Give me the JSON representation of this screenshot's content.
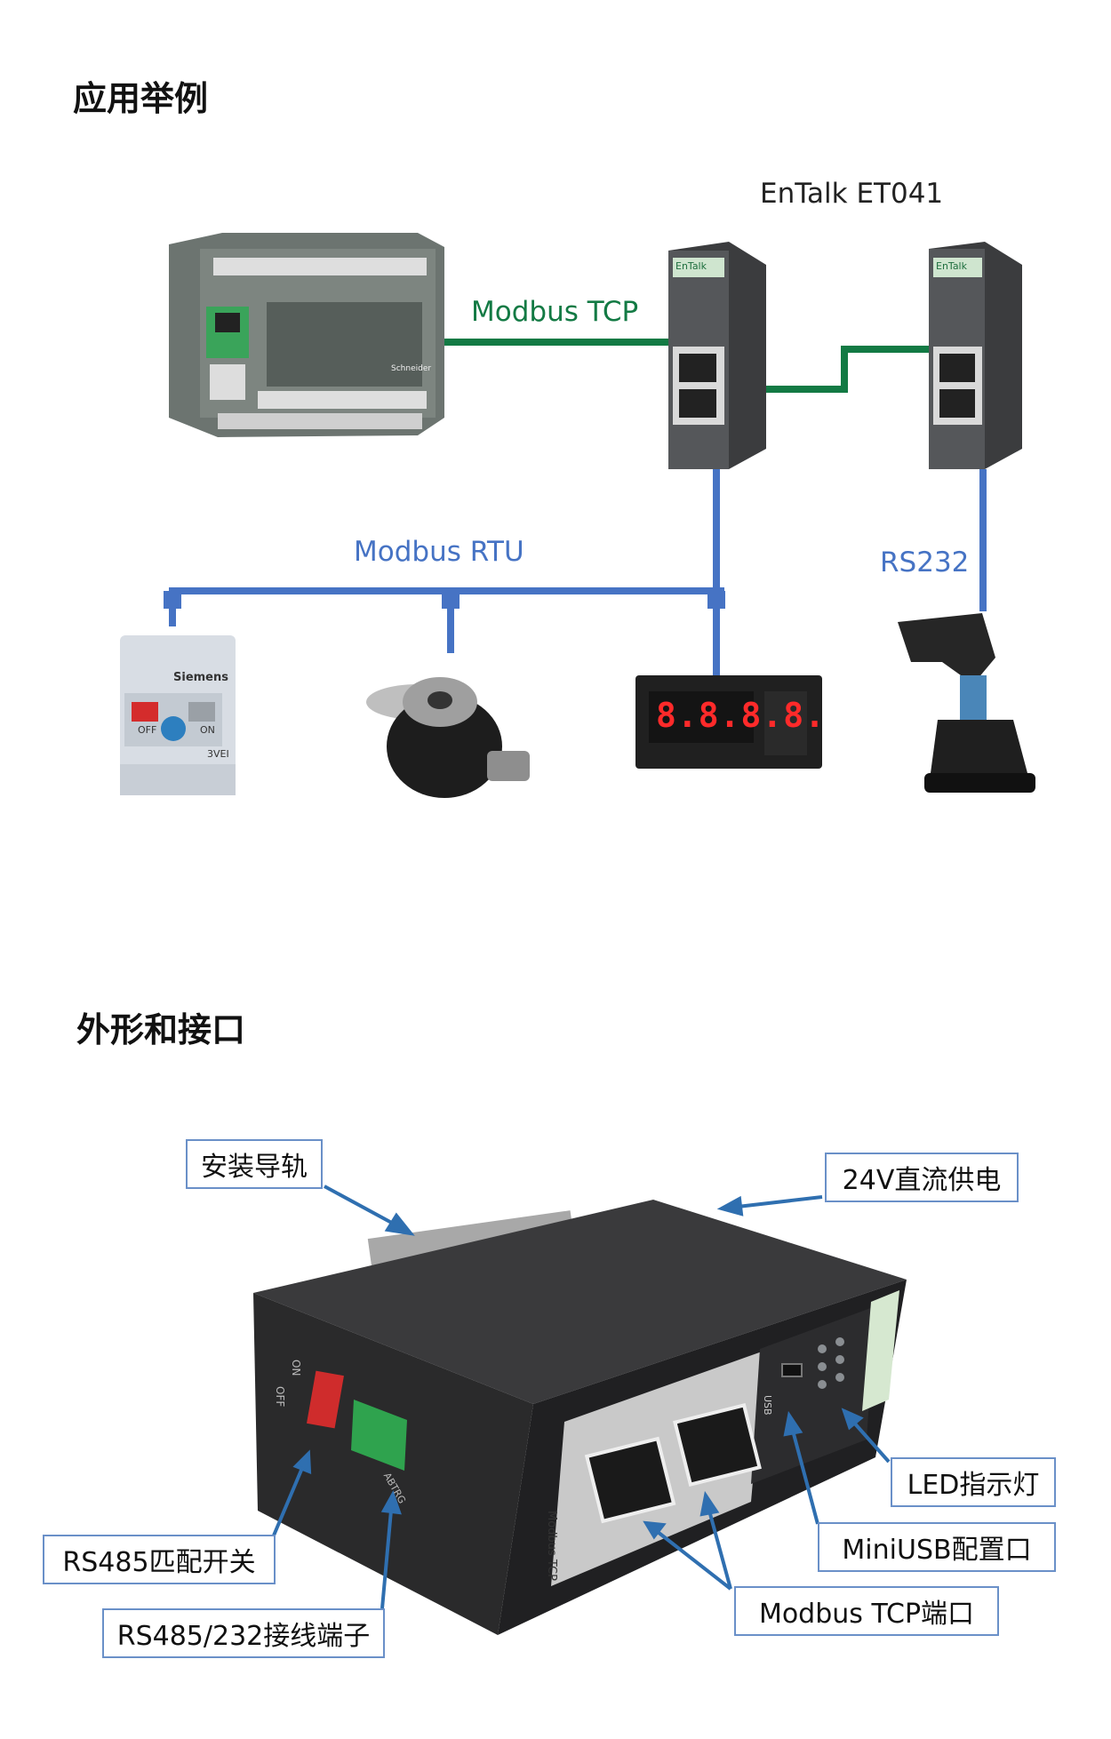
{
  "section1": {
    "title": "应用举例"
  },
  "section2": {
    "title": "外形和接口"
  },
  "diagram": {
    "gateway_label": "EnTalk  ET041",
    "tcp_label": "Modbus  TCP",
    "rtu_label": "Modbus  RTU",
    "rs232_label": "RS232",
    "gateway_brand": "EnTalk",
    "plc_brand": "Schneider",
    "breaker_brand": "Siemens",
    "breaker_off": "OFF",
    "breaker_on": "ON",
    "breaker_model": "3VEI",
    "display_reading": "8.8.8.8."
  },
  "callouts": {
    "rail": "安装导轨",
    "power": "24V直流供电",
    "led": "LED指示灯",
    "usb": "MiniUSB配置口",
    "tcp_port": "Modbus  TCP端口",
    "rs485_switch": "RS485匹配开关",
    "terminal": "RS485/232接线端子"
  },
  "device_marks": {
    "side_tcp": "Modbus TCP",
    "usb": "USB",
    "on": "ON",
    "off": "OFF",
    "terminal_pins": "ABTRG"
  },
  "colors": {
    "tcp_line": "#137a44",
    "rtu_line": "#4673c4",
    "callout_border": "#6a90c8",
    "arrow": "#2f6fb0"
  }
}
